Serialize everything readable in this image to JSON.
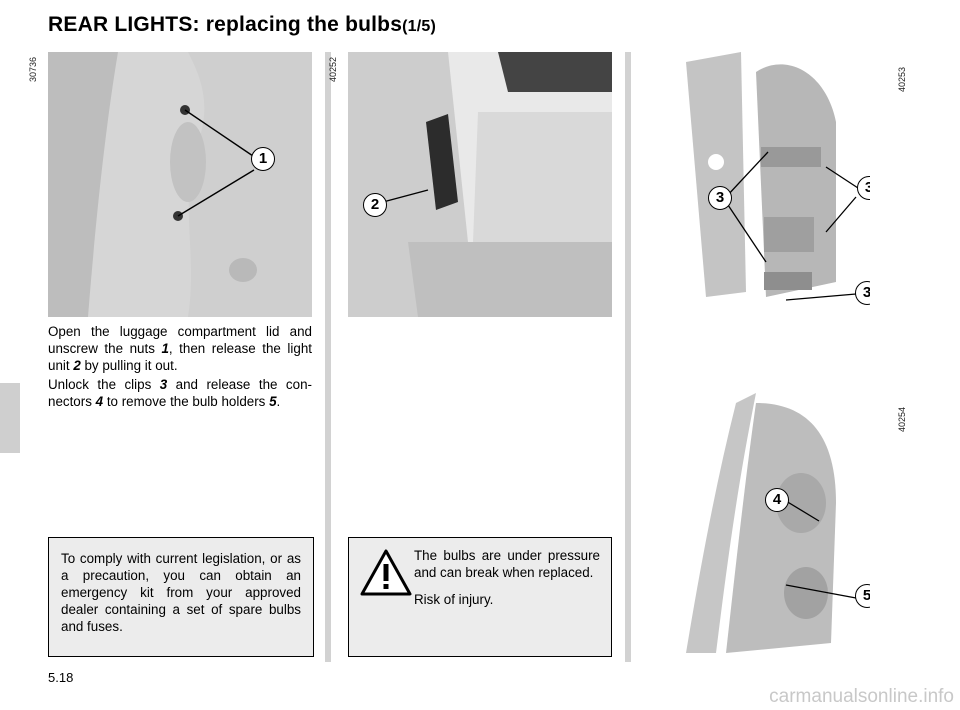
{
  "page": {
    "title": "REAR LIGHTS: replacing the bulbs",
    "title_part": "(1/5)",
    "page_number": "5.18",
    "watermark": "carmanualsonline.info"
  },
  "figures": [
    {
      "ref": "30736",
      "callouts": [
        "1"
      ]
    },
    {
      "ref": "40252",
      "callouts": [
        "2"
      ]
    },
    {
      "ref": "40253",
      "callouts": [
        "3",
        "3",
        "3"
      ]
    },
    {
      "ref": "40254",
      "callouts": [
        "4",
        "5"
      ]
    }
  ],
  "text": {
    "para1": {
      "t1": "Open the luggage compartment lid and unscrew the nuts ",
      "r1": "1",
      "t2": ", then release the light unit ",
      "r2": "2",
      "t3": " by pulling it out."
    },
    "para2": {
      "t1": "Unlock the clips ",
      "r1": "3",
      "t2": " and release the con­nectors ",
      "r2": "4",
      "t3": " to remove the bulb holders ",
      "r3": "5",
      "t4": "."
    }
  },
  "notes": {
    "legislation": "To comply with current legislation, or as a precaution, you can obtain an emergency kit from your approved dealer containing a set of spare bulbs and fuses.",
    "warning_icon": "warning-triangle-icon",
    "warning_line1": "The bulbs are under pres­sure and can break when replaced.",
    "warning_line2": "Risk of injury."
  }
}
